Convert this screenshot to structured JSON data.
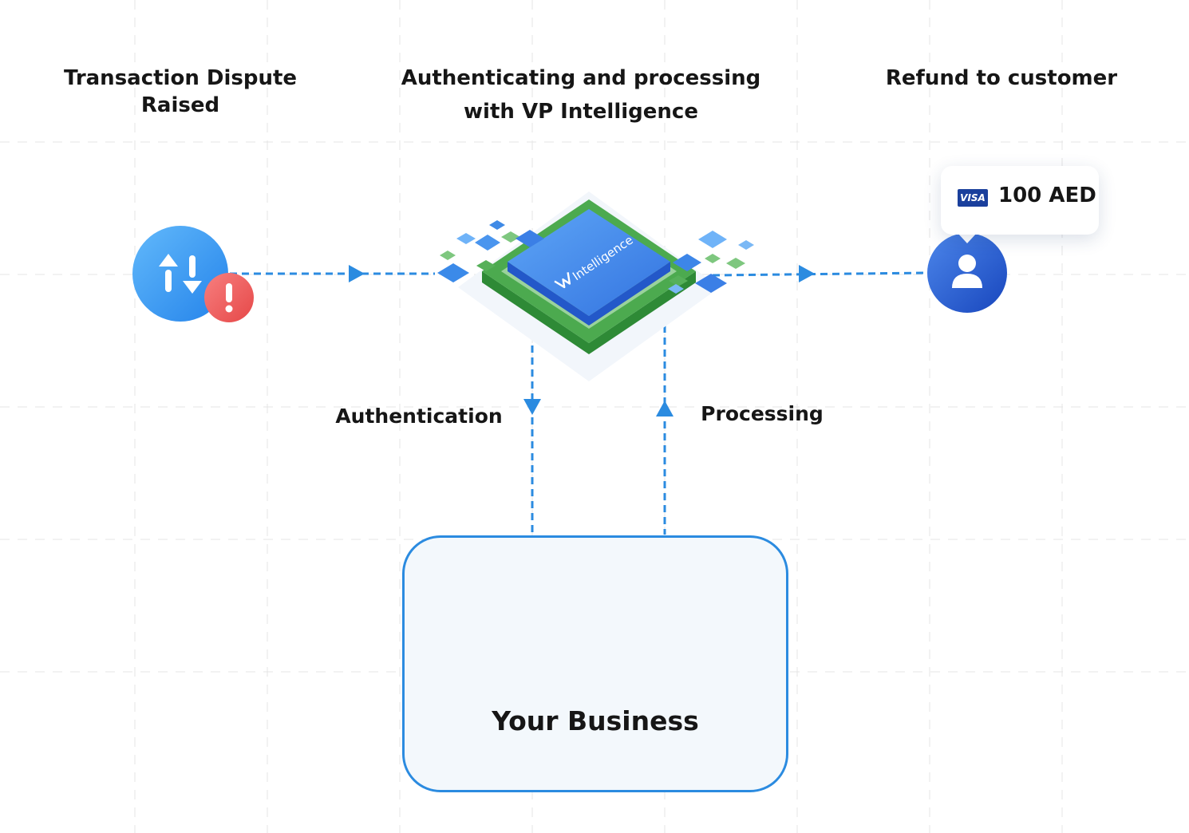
{
  "steps": {
    "dispute": {
      "title_line1": "Transaction Dispute",
      "title_line2": "Raised",
      "icon": "transfer-arrows-icon",
      "badge_icon": "alert-icon"
    },
    "processing": {
      "title_line1": "Authenticating and processing",
      "title_line2": "with VP Intelligence",
      "chip_label": "Intelligence",
      "chip_icon": "vp-logo-icon"
    },
    "refund": {
      "title": "Refund to customer",
      "icon": "user-icon",
      "card_brand": "VISA",
      "amount": "100 AED"
    }
  },
  "flows": {
    "authentication_label": "Authentication",
    "processing_label": "Processing"
  },
  "business": {
    "label": "Your Business",
    "icon": "briefcase-icon"
  },
  "colors": {
    "primary_blue": "#2b8be0",
    "chip_green": "#4caa4f",
    "chip_blue": "#3d86e8",
    "alert_red": "#ef5a5a",
    "user_blue": "#2560d6",
    "visa_blue": "#1a3f9c",
    "grid_line": "#e4e4e4"
  }
}
